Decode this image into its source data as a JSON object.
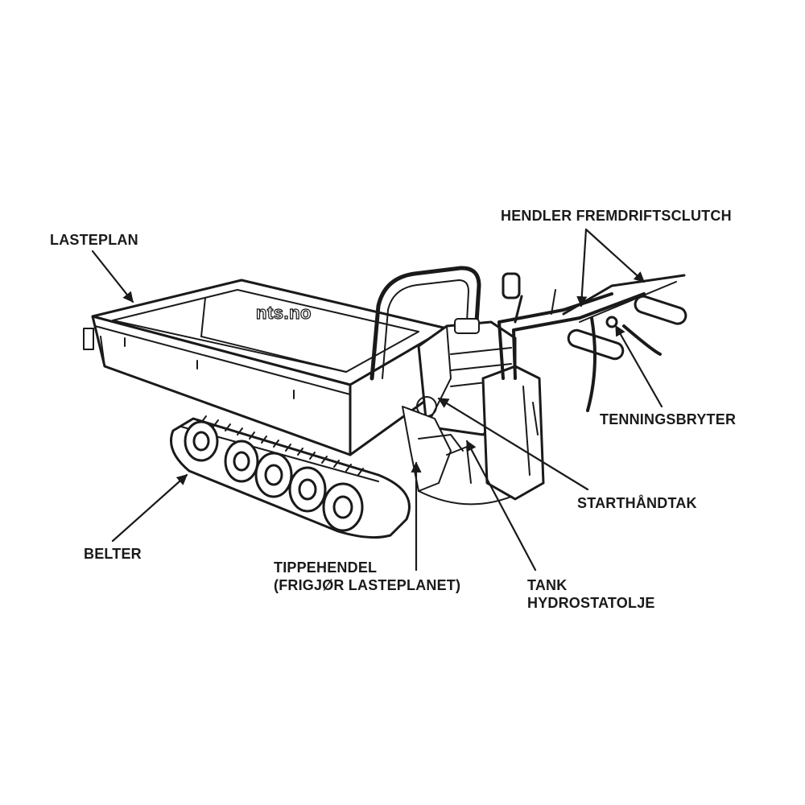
{
  "logo": {
    "text": "nts.no"
  },
  "labels": {
    "lasteplan": "LASTEPLAN",
    "hendler": "HENDLER FREMDRIFTSCLUTCH",
    "tenningsbryter": "TENNINGSBRYTER",
    "starthandtak": "STARTHÅNDTAK",
    "belter": "BELTER",
    "tippehendel_line1": "TIPPEHENDEL",
    "tippehendel_line2": "(FRIGJØR LASTEPLANET)",
    "tank_line1": "TANK",
    "tank_line2": "HYDROSTATOLJE"
  }
}
